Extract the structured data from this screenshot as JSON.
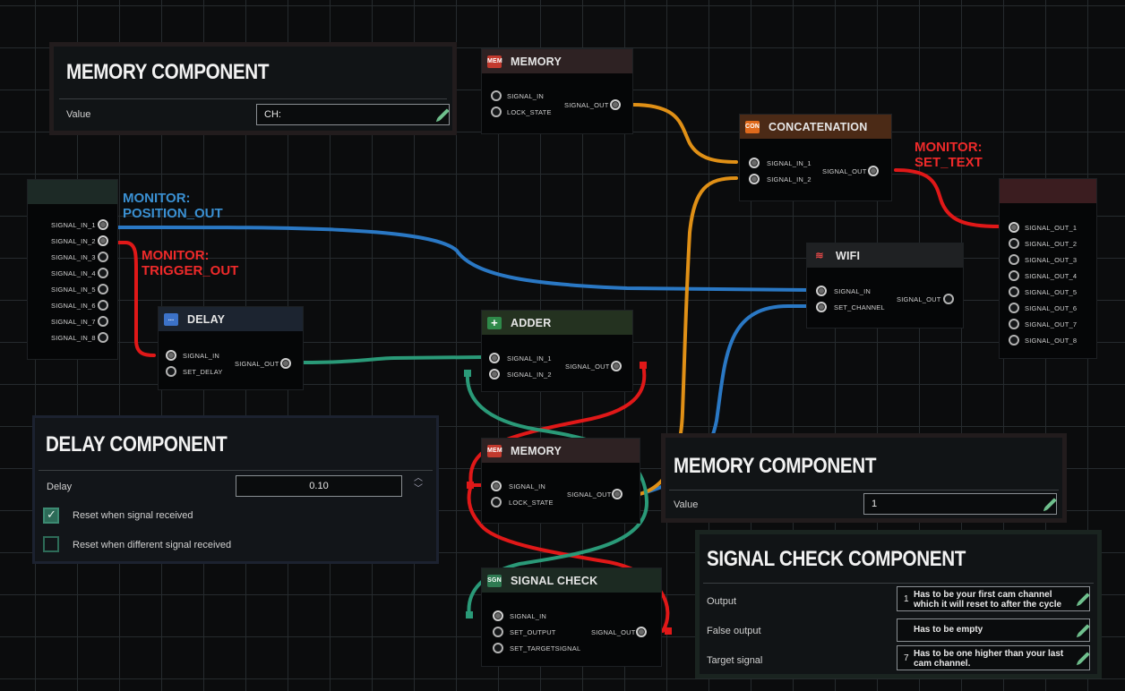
{
  "monitors": [
    {
      "label": "MONITOR:",
      "value": "POSITION_OUT",
      "color": "#3a90d2"
    },
    {
      "label": "MONITOR:",
      "value": "TRIGGER_OUT",
      "color": "#ee2a2a"
    },
    {
      "label": "MONITOR:",
      "value": "SET_TEXT",
      "color": "#ee2a2a"
    }
  ],
  "colors": {
    "blue_wire": "#2a78c4",
    "red_wire": "#e01818",
    "orange_wire": "#e09016",
    "green_wire": "#2a9a78"
  },
  "left_node": {
    "ports": [
      "SIGNAL_IN_1",
      "SIGNAL_IN_2",
      "SIGNAL_IN_3",
      "SIGNAL_IN_4",
      "SIGNAL_IN_5",
      "SIGNAL_IN_6",
      "SIGNAL_IN_7",
      "SIGNAL_IN_8"
    ]
  },
  "right_node": {
    "ports": [
      "SIGNAL_OUT_1",
      "SIGNAL_OUT_2",
      "SIGNAL_OUT_3",
      "SIGNAL_OUT_4",
      "SIGNAL_OUT_5",
      "SIGNAL_OUT_6",
      "SIGNAL_OUT_7",
      "SIGNAL_OUT_8"
    ]
  },
  "memory_top": {
    "title": "MEMORY",
    "icon": "MEM",
    "in": [
      "SIGNAL_IN",
      "LOCK_STATE"
    ],
    "out": "SIGNAL_OUT"
  },
  "memory_mid": {
    "title": "MEMORY",
    "icon": "MEM",
    "in": [
      "SIGNAL_IN",
      "LOCK_STATE"
    ],
    "out": "SIGNAL_OUT"
  },
  "concat": {
    "title": "CONCATENATION",
    "icon": "CON",
    "in": [
      "SIGNAL_IN_1",
      "SIGNAL_IN_2"
    ],
    "out": "SIGNAL_OUT"
  },
  "wifi": {
    "title": "WIFI",
    "icon": "wifi-icon",
    "in": [
      "SIGNAL_IN",
      "SET_CHANNEL"
    ],
    "out": "SIGNAL_OUT"
  },
  "delay": {
    "title": "DELAY",
    "icon": "...",
    "in": [
      "SIGNAL_IN",
      "SET_DELAY"
    ],
    "out": "SIGNAL_OUT"
  },
  "adder": {
    "title": "ADDER",
    "icon": "+",
    "in": [
      "SIGNAL_IN_1",
      "SIGNAL_IN_2"
    ],
    "out": "SIGNAL_OUT"
  },
  "signal_check": {
    "title": "SIGNAL CHECK",
    "icon": "SGN",
    "in": [
      "SIGNAL_IN",
      "SET_OUTPUT",
      "SET_TARGETSIGNAL"
    ],
    "out": "SIGNAL_OUT"
  },
  "mem_panel_top": {
    "title": "MEMORY COMPONENT",
    "value_label": "Value",
    "value": "CH:"
  },
  "mem_panel_mid": {
    "title": "MEMORY COMPONENT",
    "value_label": "Value",
    "value": "1"
  },
  "delay_panel": {
    "title": "DELAY COMPONENT",
    "delay_label": "Delay",
    "delay_value": "0.10",
    "reset_received": {
      "label": "Reset when signal received",
      "checked": true
    },
    "reset_different": {
      "label": "Reset when different signal received",
      "checked": false
    }
  },
  "signal_check_panel": {
    "title": "SIGNAL CHECK COMPONENT",
    "output": {
      "label": "Output",
      "number": "1",
      "text_1": "Has to be your first cam channel",
      "text_2": "which it will reset to after the cycle"
    },
    "false_output": {
      "label": "False output",
      "text_1": "Has to be empty"
    },
    "target_signal": {
      "label": "Target signal",
      "number": "7",
      "text_1": "Has to be one higher than your last",
      "text_2": "cam channel."
    }
  }
}
